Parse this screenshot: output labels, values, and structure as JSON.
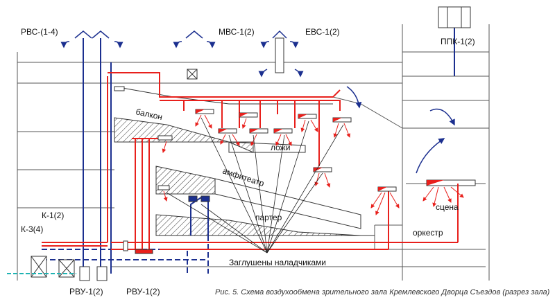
{
  "labels": {
    "rvs": "РВС-(1-4)",
    "mvs": "МВС-1(2)",
    "evs": "ЕВС-1(2)",
    "ppk": "ППК-1(2)",
    "balcony": "балкон",
    "lozhi": "ложи",
    "amfiteatr": "амфитеатр",
    "parter": "партер",
    "orkestr": "оркестр",
    "scena": "сцена",
    "k1": "К-1(2)",
    "k3": "К-3(4)",
    "rvu_left": "РВУ-1(2)",
    "rvu_right": "РВУ-1(2)",
    "zaglusheny": "Заглушены наладчиками"
  },
  "caption": "Рис. 5. Схема воздухообмена зрительного зала Кремлевского Дворца Съездов (разрез зала)",
  "colors": {
    "supply": "#e8201c",
    "exhaust": "#1b2f8f",
    "water": "#1fb3b3",
    "structure": "#444444"
  }
}
